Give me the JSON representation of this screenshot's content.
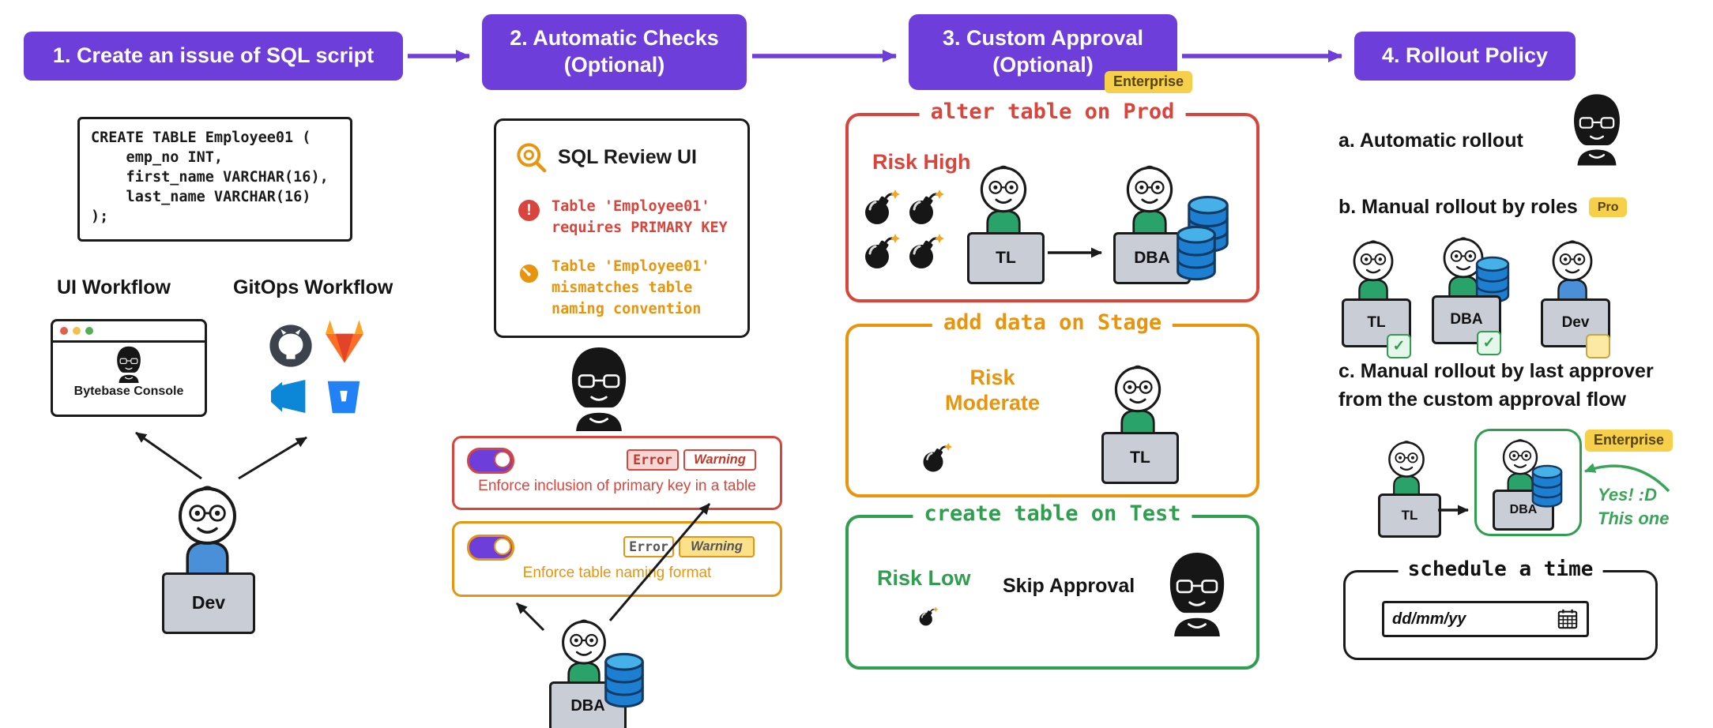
{
  "colors": {
    "purple": "#6d3ed9",
    "red": "#d9453c",
    "orange": "#e8940c",
    "green": "#2f9e4f",
    "badge_yellow": "#f7d04b",
    "db_blue": "#1d7fd1"
  },
  "icons": {
    "error_glyph": "!",
    "check_glyph": "✓"
  },
  "headers": {
    "step1": "1. Create an issue of SQL script",
    "step2": "2. Automatic Checks\n(Optional)",
    "step3": "3. Custom Approval\n(Optional)",
    "step3_badge": "Enterprise",
    "step4": "4. Rollout Policy"
  },
  "column1": {
    "sql_code": "CREATE TABLE Employee01 (\n    emp_no INT,\n    first_name VARCHAR(16),\n    last_name VARCHAR(16)\n);",
    "ui_workflow_label": "UI Workflow",
    "gitops_workflow_label": "GitOps Workflow",
    "browser_title": "Bytebase Console",
    "dev_laptop_label": "Dev"
  },
  "column2": {
    "review_panel_title": "SQL Review UI",
    "error_message": "Table 'Employee01'\nrequires PRIMARY KEY",
    "warning_message": "Table 'Employee01'\nmismatches table\nnaming convention",
    "rule_primary_key": {
      "error_label": "Error",
      "warning_label": "Warning",
      "description": "Enforce inclusion of primary key in a table"
    },
    "rule_naming": {
      "error_label": "Error",
      "warning_label": "Warning",
      "description": "Enforce table naming format"
    },
    "dba_laptop_label": "DBA"
  },
  "column3": {
    "prod": {
      "title": "alter table on Prod",
      "risk_label": "Risk High",
      "tl_label": "TL",
      "dba_label": "DBA"
    },
    "stage": {
      "title": "add data on Stage",
      "risk_label": "Risk Moderate",
      "tl_label": "TL"
    },
    "test": {
      "title": "create table on Test",
      "risk_label": "Risk Low",
      "skip_label": "Skip Approval"
    }
  },
  "column4": {
    "option_a": "a. Automatic rollout",
    "option_b": "b. Manual rollout by roles",
    "pro_badge": "Pro",
    "role_tl": "TL",
    "role_dba": "DBA",
    "role_dev": "Dev",
    "option_c": "c. Manual rollout by last approver from the custom approval flow",
    "enterprise_badge": "Enterprise",
    "approver_tl": "TL",
    "approver_dba": "DBA",
    "annotation": "Yes! :D\nThis one",
    "schedule_title": "schedule a time",
    "date_value": "dd/mm/yy"
  }
}
